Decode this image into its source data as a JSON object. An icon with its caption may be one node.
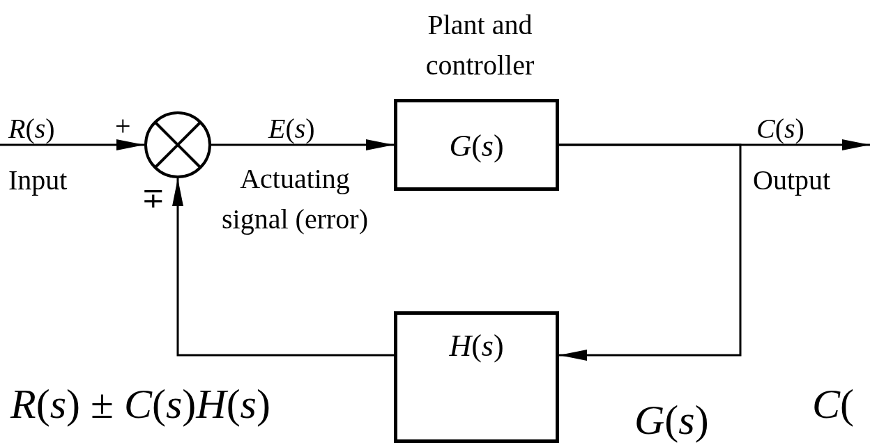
{
  "diagram": {
    "nodes": [
      {
        "text": [],
        "shape": "circle"
      },
      {
        "text": [
          "Plant and controller",
          "*G*(*s*)"
        ]
      },
      {
        "text": [
          "*H*(*s*)"
        ]
      }
    ],
    "edges": [
      {
        "from": null,
        "to": 0,
        "arrow": "to",
        "label": "*R*(*s*)"
      },
      {
        "from": 0,
        "to": 1,
        "arrow": "to",
        "label": "*E*(*s*)"
      },
      {
        "from": 1,
        "to": null,
        "arrow": "to",
        "label": "*C*(*s*)"
      },
      {
        "from": 1,
        "to": 2,
        "arrow": "to"
      },
      {
        "from": 2,
        "to": 0,
        "arrow": "to"
      }
    ],
    "labels": [
      "+",
      "Input",
      "Actuating signal (error)",
      "Output",
      "∓",
      "*R*(*s*) ± *C*(*s*)*H*(*s*)",
      "*C*(",
      "*G*(*s*)"
    ]
  }
}
